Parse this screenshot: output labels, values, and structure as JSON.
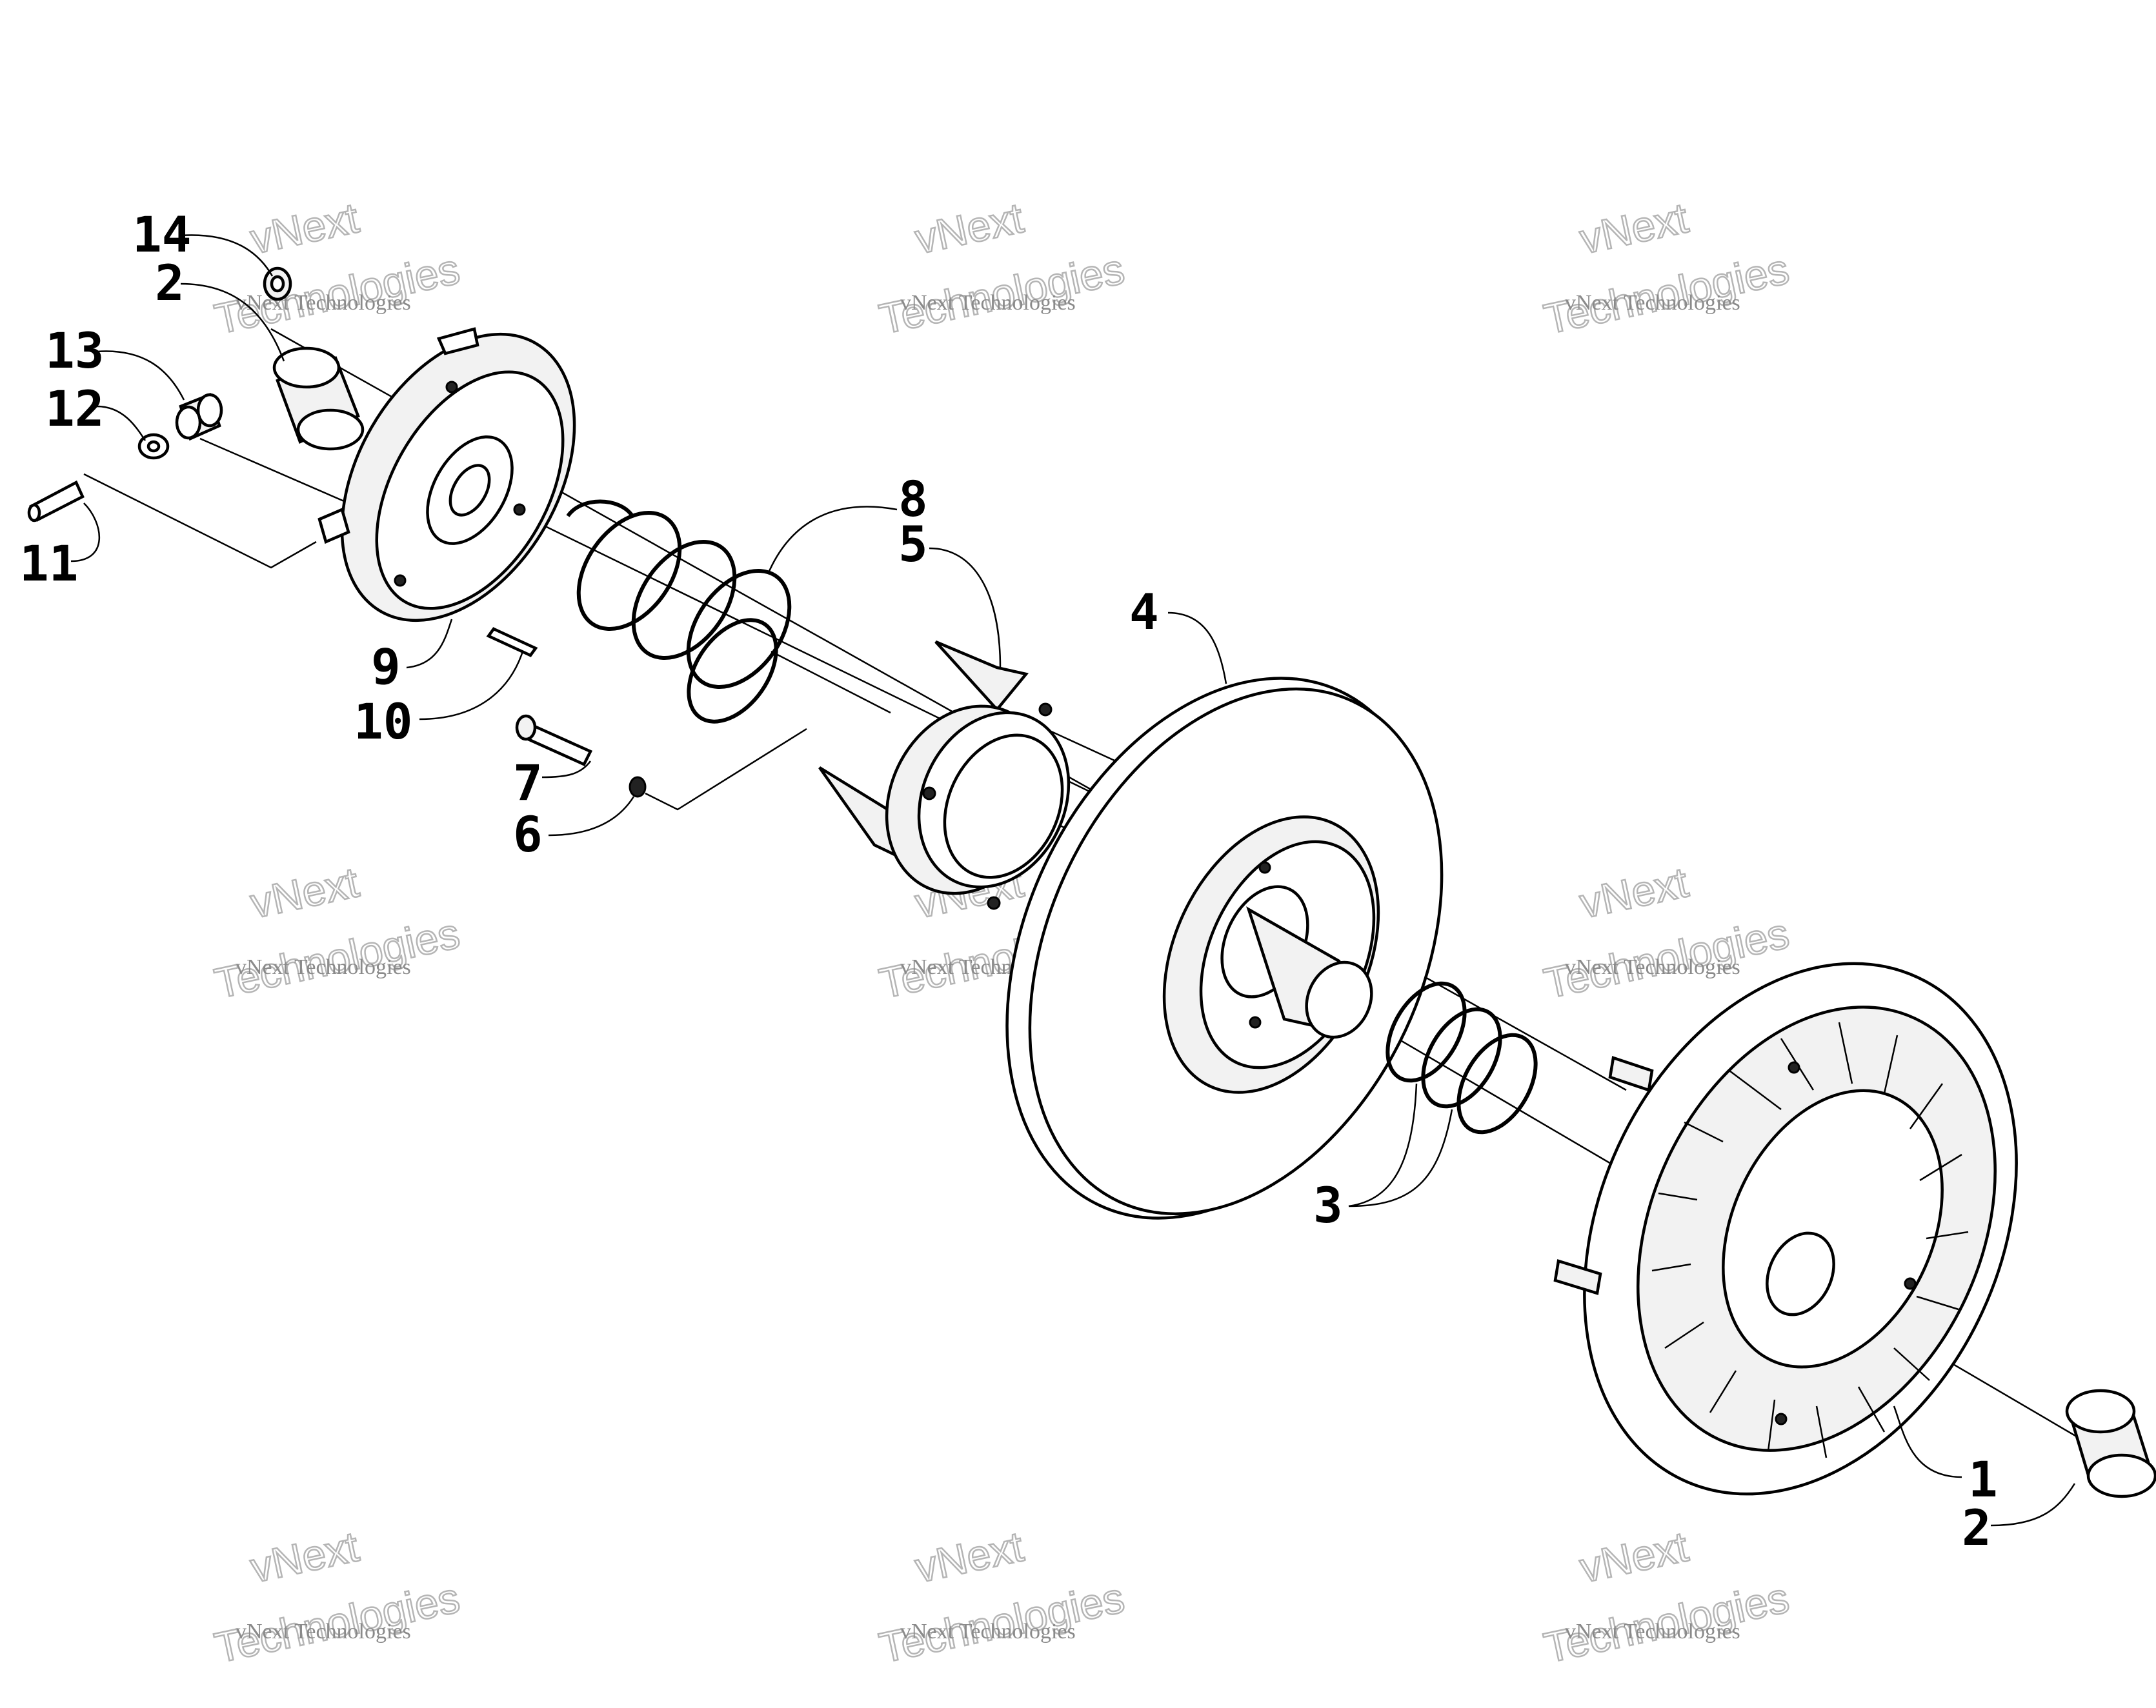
{
  "diagram": {
    "callouts": [
      {
        "id": "c14",
        "text": "14"
      },
      {
        "id": "c2a",
        "text": "2"
      },
      {
        "id": "c13",
        "text": "13"
      },
      {
        "id": "c12",
        "text": "12"
      },
      {
        "id": "c11",
        "text": "11"
      },
      {
        "id": "c9",
        "text": "9"
      },
      {
        "id": "c10",
        "text": "10"
      },
      {
        "id": "c8",
        "text": "8"
      },
      {
        "id": "c5",
        "text": "5"
      },
      {
        "id": "c7",
        "text": "7"
      },
      {
        "id": "c6",
        "text": "6"
      },
      {
        "id": "c4",
        "text": "4"
      },
      {
        "id": "c3",
        "text": "3"
      },
      {
        "id": "c1",
        "text": "1"
      },
      {
        "id": "c2b",
        "text": "2"
      }
    ],
    "watermark": {
      "line1": "vNext Technologies",
      "line2": "vNext",
      "line3": "Technologies",
      "color": "#8a8a8a"
    }
  }
}
